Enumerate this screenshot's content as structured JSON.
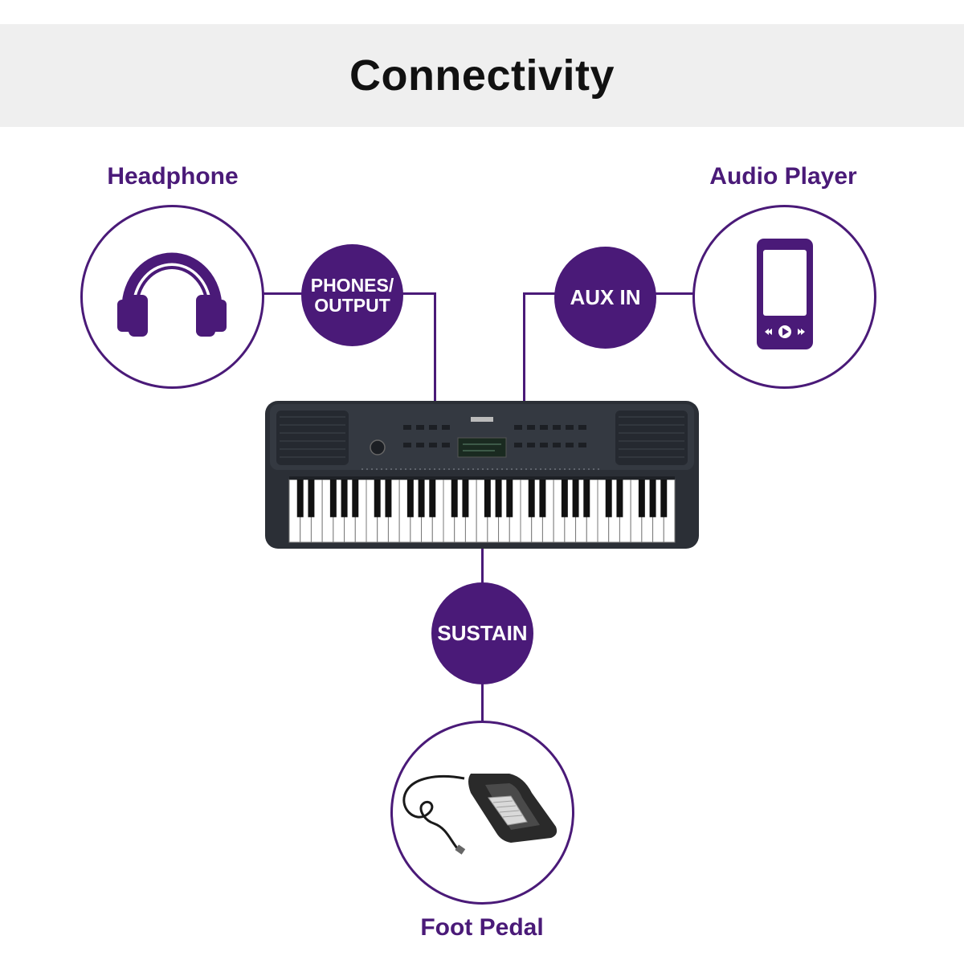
{
  "title": "Connectivity",
  "colors": {
    "accent": "#4a1a78",
    "header_bg": "#efefef"
  },
  "devices": [
    {
      "key": "headphone",
      "label": "Headphone",
      "icon": "headphone-icon"
    },
    {
      "key": "audio_player",
      "label": "Audio Player",
      "icon": "mobile-player-icon"
    },
    {
      "key": "foot_pedal",
      "label": "Foot Pedal",
      "icon": "foot-pedal-image"
    }
  ],
  "ports": [
    {
      "key": "phones_output",
      "label": "PHONES/\nOUTPUT"
    },
    {
      "key": "aux_in",
      "label": "AUX IN"
    },
    {
      "key": "sustain",
      "label": "SUSTAIN"
    }
  ],
  "keyboard": {
    "icon": "keyboard-image"
  }
}
